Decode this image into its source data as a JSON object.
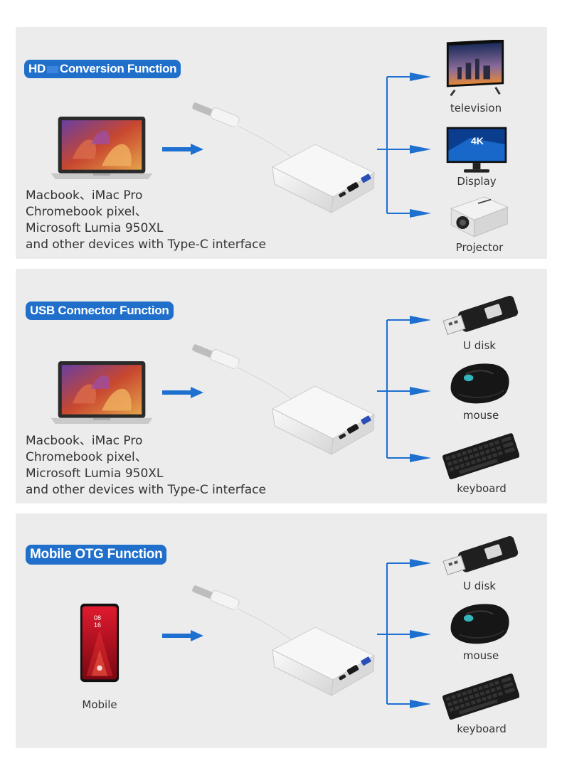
{
  "colors": {
    "accent": "#1f6fcb",
    "panel_bg": "#ececec",
    "arrow": "#1d6fd0"
  },
  "panels": [
    {
      "title_part1": "HD",
      "title_part2": "Conversion Function",
      "source_icon": "laptop-icon",
      "source_lines": [
        "Macbook、iMac Pro",
        "Chromebook pixel、",
        "Microsoft Lumia 950XL",
        "and other devices with Type-C interface"
      ],
      "devices": [
        {
          "icon": "television-icon",
          "label": "television"
        },
        {
          "icon": "display-icon",
          "label": "Display",
          "screen_text": "4K"
        },
        {
          "icon": "projector-icon",
          "label": "Projector"
        }
      ]
    },
    {
      "title": "USB Connector Function",
      "source_icon": "laptop-icon",
      "source_lines": [
        "Macbook、iMac Pro",
        "Chromebook pixel、",
        "Microsoft Lumia 950XL",
        "and other devices with Type-C interface"
      ],
      "devices": [
        {
          "icon": "usb-disk-icon",
          "label": "U disk"
        },
        {
          "icon": "mouse-icon",
          "label": "mouse"
        },
        {
          "icon": "keyboard-icon",
          "label": "keyboard"
        }
      ]
    },
    {
      "title": "Mobile OTG Function",
      "source_icon": "phone-icon",
      "source_label": "Mobile",
      "phone_time": [
        "08",
        "16"
      ],
      "devices": [
        {
          "icon": "usb-disk-icon",
          "label": "U disk"
        },
        {
          "icon": "mouse-icon",
          "label": "mouse"
        },
        {
          "icon": "keyboard-icon",
          "label": "keyboard"
        }
      ]
    }
  ]
}
